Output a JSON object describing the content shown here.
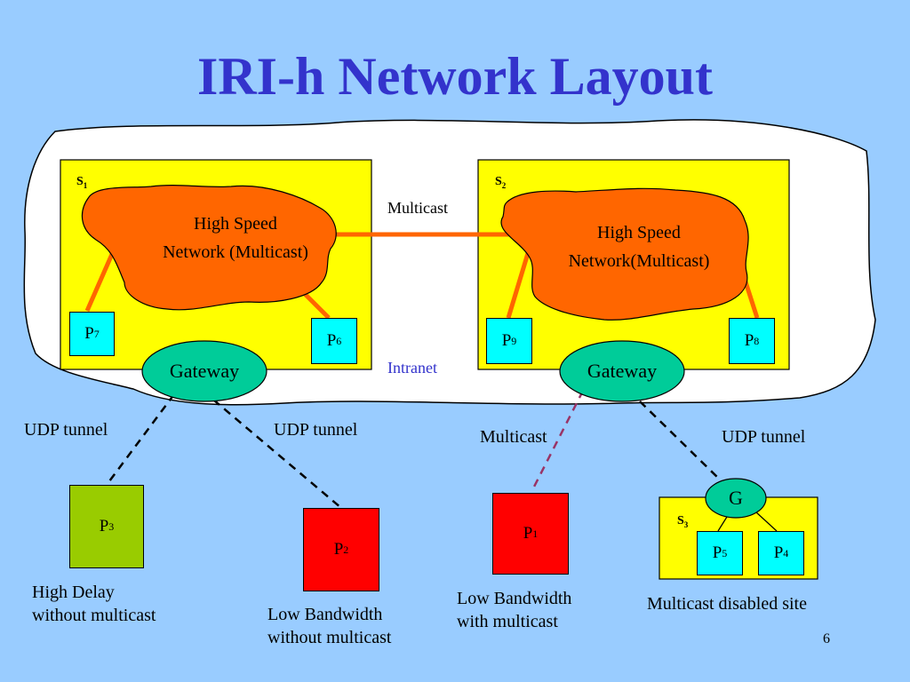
{
  "title": "IRI-h Network Layout",
  "sites": {
    "s1": "1",
    "s2": "2",
    "s3": "3",
    "s_prefix": "S"
  },
  "clouds": {
    "left_line1": "High Speed",
    "left_line2": "Network (Multicast)",
    "right_line1": "High Speed",
    "right_line2": "Network(Multicast)"
  },
  "gateways": {
    "left": "Gateway",
    "right": "Gateway",
    "g": "G"
  },
  "nodes": {
    "p_prefix": "P",
    "p7": "7",
    "p6": "6",
    "p9": "9",
    "p8": "8",
    "p3": "3",
    "p2": "2",
    "p1": "1",
    "p5": "5",
    "p4": "4"
  },
  "labels": {
    "multicast_top": "Multicast",
    "intranet": "Intranet",
    "udp_left": "UDP tunnel",
    "udp_mid": "UDP tunnel",
    "multicast_mid": "Multicast",
    "udp_right": "UDP tunnel"
  },
  "captions": {
    "p3_line1": "High Delay",
    "p3_line2": "without multicast",
    "p2_line1": "Low Bandwidth",
    "p2_line2": "without multicast",
    "p1_line1": "Low Bandwidth",
    "p1_line2": "with multicast",
    "s3": "Multicast disabled site"
  },
  "page_number": "6",
  "colors": {
    "background": "#99ccff",
    "title": "#3333cc",
    "site_fill": "#ffff00",
    "cloud_fill": "#ff6600",
    "link": "#ff6600",
    "gateway_fill": "#00cc99",
    "node_cyan": "#00ffff",
    "node_red": "#ff0000",
    "node_olive": "#99cc00",
    "multicast_link": "#993366"
  }
}
